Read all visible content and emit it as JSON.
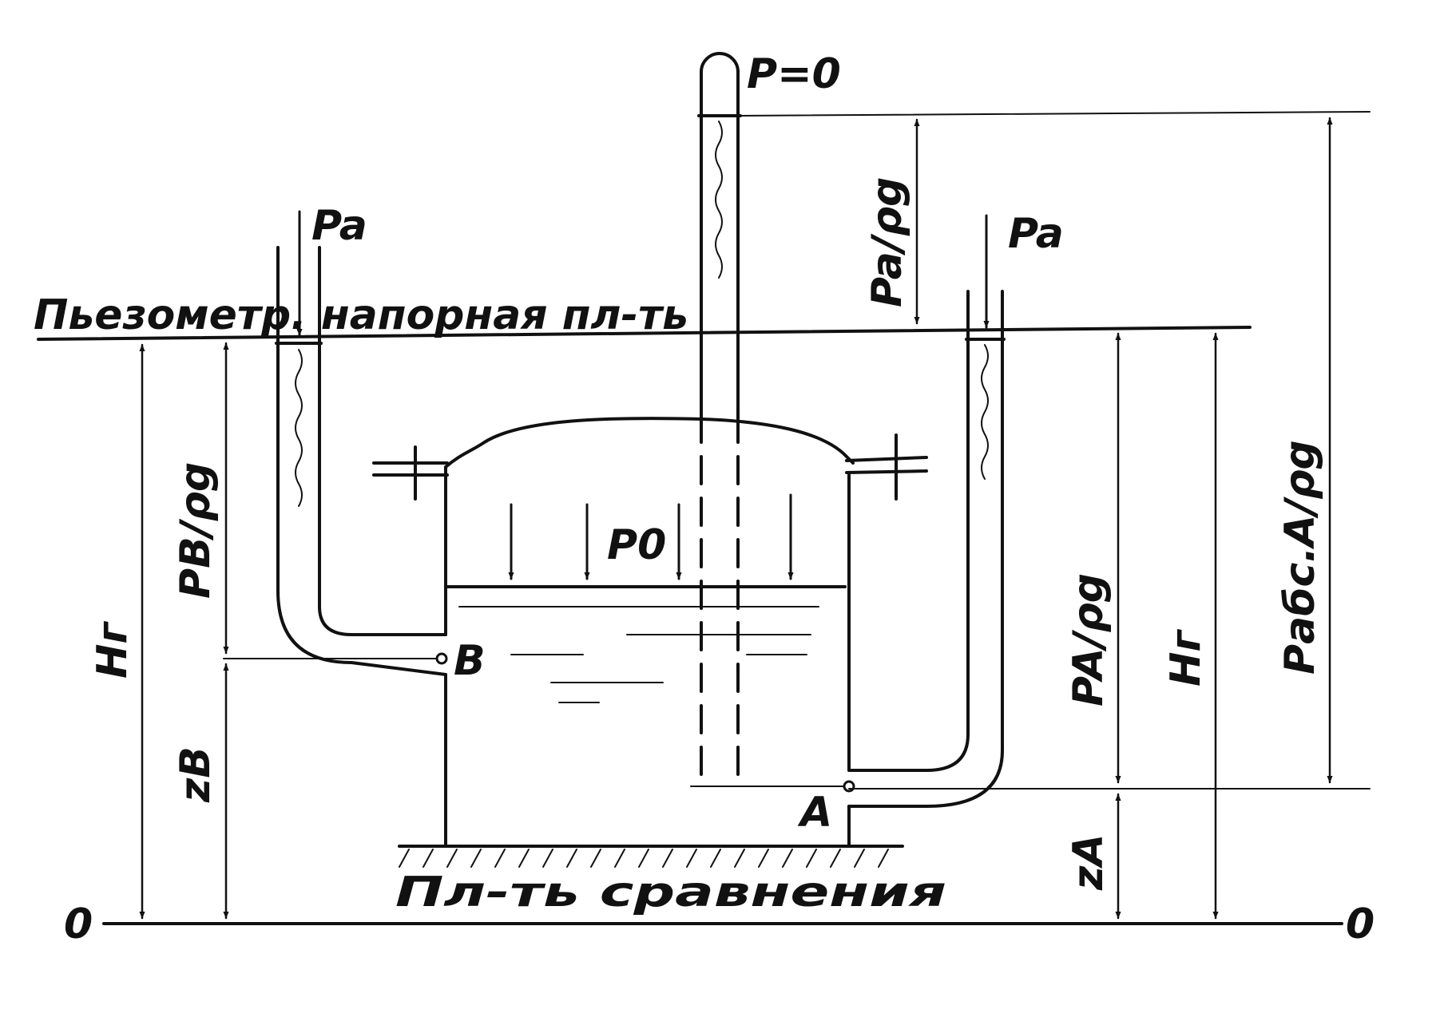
{
  "labels": {
    "piezometric_plane": "Пьезометр. напорная пл-ть",
    "comparison_plane": "Пл-ть сравнения",
    "zero_left": "0",
    "zero_right": "0",
    "p_zero": "P=0",
    "pa_left": "Pa",
    "pa_right": "Pa",
    "pa_head": "Pa/ρg",
    "p0": "P0",
    "pb_head": "PB/ρg",
    "hg_left": "Hг",
    "hg_right": "Hг",
    "zb": "zB",
    "point_b": "B",
    "point_a": "A",
    "pa_point_head": "PA/ρg",
    "za": "zA",
    "p_abs_head": "Pабс.A/ρg"
  }
}
